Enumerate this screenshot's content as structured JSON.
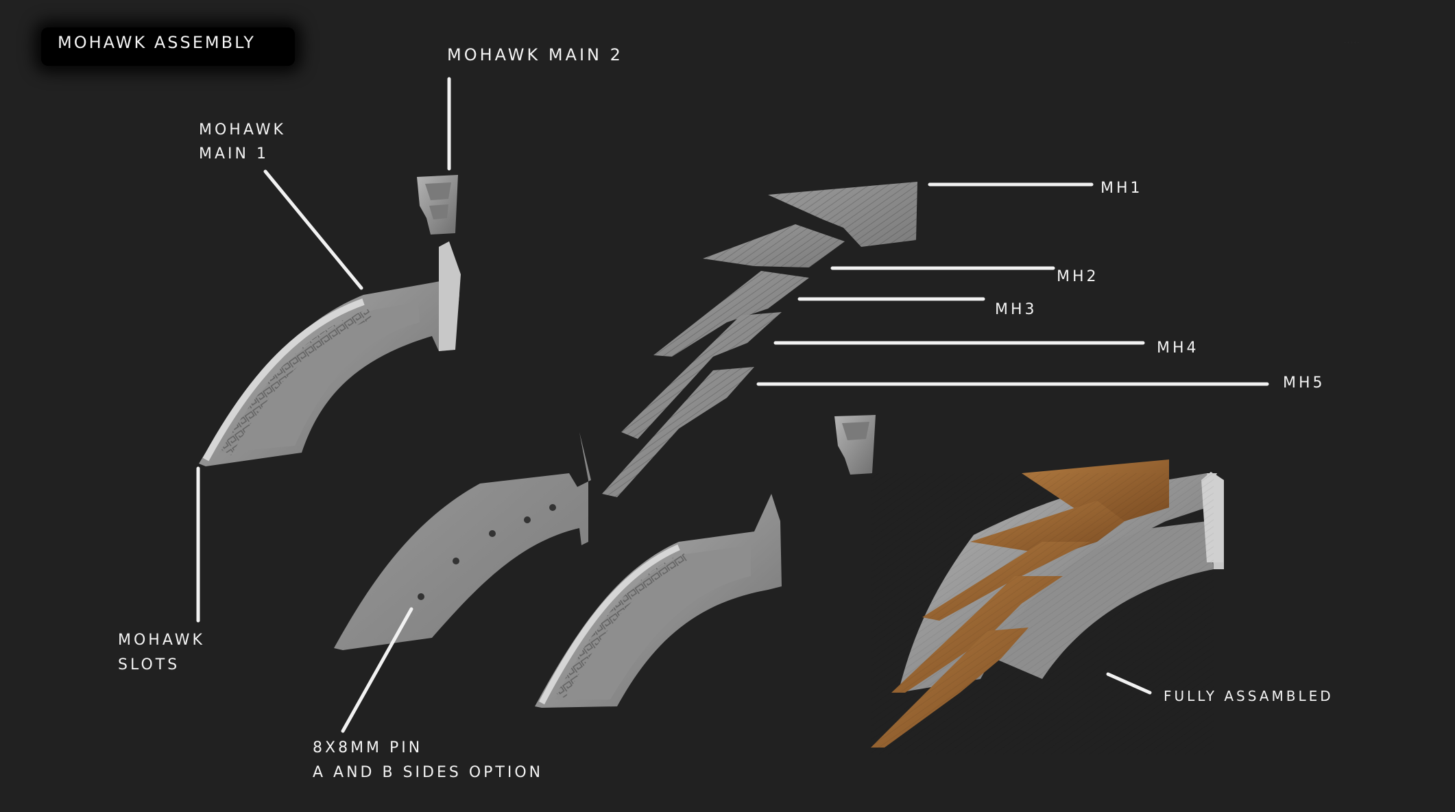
{
  "title": "MOHAWK ASSEMBLY",
  "labels": {
    "mohawk_main_2": "MOHAWK MAIN 2",
    "mohawk_main_1_line1": "MOHAWK",
    "mohawk_main_1_line2": "MAIN 1",
    "mohawk_slots_line1": "MOHAWK",
    "mohawk_slots_line2": "SLOTS",
    "pin_line1": "8X8MM PIN",
    "pin_line2": "A AND B SIDES OPTION",
    "fully_assembled": "FULLY ASSAMBLED",
    "parts": [
      "MH1",
      "MH2",
      "MH3",
      "MH4",
      "MH5"
    ]
  },
  "colors": {
    "background": "#212121",
    "title_bg": "#000000",
    "text": "#f4f4f4",
    "leader_line": "#f2f2f2",
    "grey_part": "#8a8a8a",
    "wood_part": "#9a6530"
  }
}
